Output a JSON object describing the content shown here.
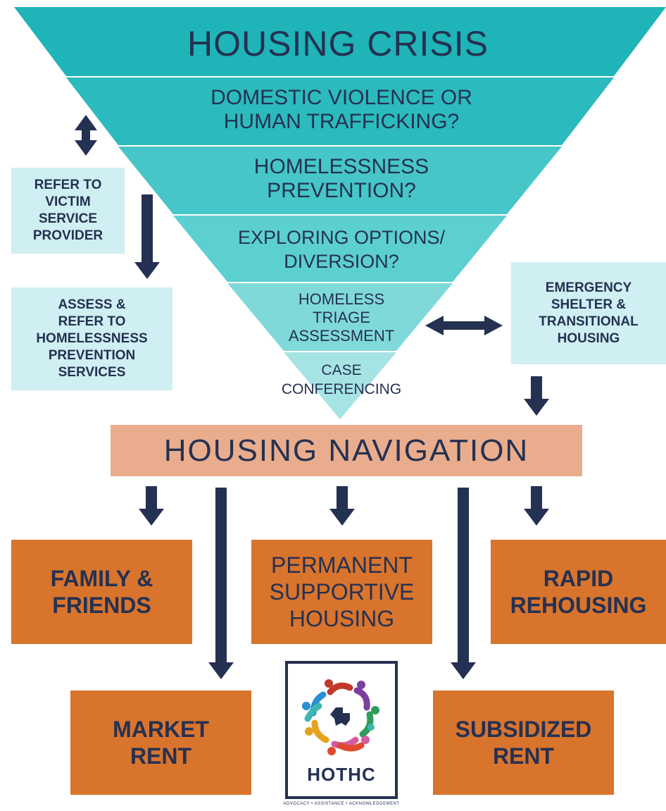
{
  "funnel": {
    "title": "HOUSING CRISIS",
    "level1": "DOMESTIC VIOLENCE OR\nHUMAN TRAFFICKING?",
    "level2": "HOMELESSNESS\nPREVENTION?",
    "level3": "EXPLORING OPTIONS/\nDIVERSION?",
    "level4": "HOMELESS\nTRIAGE\nASSESSMENT",
    "level5": "CASE\nCONFERENCING"
  },
  "side_boxes": {
    "victim": "REFER TO\nVICTIM\nSERVICE\nPROVIDER",
    "prevention": "ASSESS &\nREFER TO\nHOMELESSNESS\nPREVENTION\nSERVICES",
    "shelter": "EMERGENCY\nSHELTER &\nTRANSITIONAL\nHOUSING"
  },
  "navigation": "HOUSING NAVIGATION",
  "outcomes": {
    "family": "FAMILY &\nFRIENDS",
    "psh": "PERMANENT\nSUPPORTIVE\nHOUSING",
    "rapid": "RAPID\nREHOUSING",
    "market": "MARKET\nRENT",
    "subsidized": "SUBSIDIZED\nRENT"
  },
  "logo": {
    "name": "HOTHC",
    "tagline": "ADVOCACY • ASSISTANCE • ACKNOWLEDGEMENT"
  },
  "colors": {
    "navy": "#253152",
    "teal_dark": "#1fb4b8",
    "teal_mid": "#3fc4c6",
    "teal_light": "#5ccfd0",
    "teal_pale": "#9fe2e2",
    "box_light": "#cfeff2",
    "nav_peach": "#e9ad8d",
    "orange": "#d9742c"
  }
}
